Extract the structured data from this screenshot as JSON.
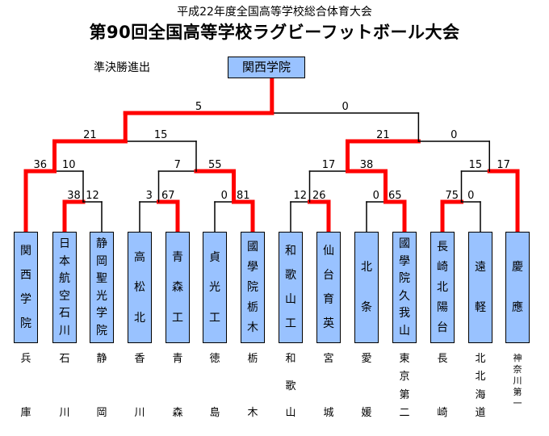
{
  "header": {
    "subtitle": "平成22年度全国高等学校総合体育大会",
    "title": "第90回全国高等学校ラグビーフットボール大会"
  },
  "note": "準決勝進出",
  "champion": "関西学院",
  "teams": [
    {
      "name": "関西学院",
      "pref": "兵庫"
    },
    {
      "name": "日本航空石川",
      "pref": "石川"
    },
    {
      "name": "静岡聖光学院",
      "pref": "静岡"
    },
    {
      "name": "高松北",
      "pref": "香川"
    },
    {
      "name": "青森工",
      "pref": "青森"
    },
    {
      "name": "貞光工",
      "pref": "徳島"
    },
    {
      "name": "國學院栃木",
      "pref": "栃木"
    },
    {
      "name": "和歌山工",
      "pref": "和歌山"
    },
    {
      "name": "仙台育英",
      "pref": "宮城"
    },
    {
      "name": "北条",
      "pref": "愛媛"
    },
    {
      "name": "國學院久我山",
      "pref": "東京第二"
    },
    {
      "name": "長崎北陽台",
      "pref": "長崎"
    },
    {
      "name": "遠軽",
      "pref": "北北海道"
    },
    {
      "name": "慶應",
      "pref": "神奈川第一"
    }
  ],
  "scores": {
    "final": [
      "5",
      "0"
    ],
    "sf_left": [
      "21",
      "15"
    ],
    "sf_right": [
      "21",
      "0"
    ],
    "qf1": [
      "36",
      "10"
    ],
    "qf2": [
      "7",
      "55"
    ],
    "qf3": [
      "17",
      "38"
    ],
    "qf4": [
      "15",
      "17"
    ],
    "r1": [
      "38",
      "12"
    ],
    "r2": [
      "3",
      "67"
    ],
    "r3": [
      "0",
      "81"
    ],
    "r4": [
      "12",
      "26"
    ],
    "r5": [
      "0",
      "65"
    ],
    "r6": [
      "75",
      "0"
    ]
  },
  "colors": {
    "winner_line": "#ff0000",
    "loser_line": "#000000",
    "box_fill": "#99c2ff"
  }
}
